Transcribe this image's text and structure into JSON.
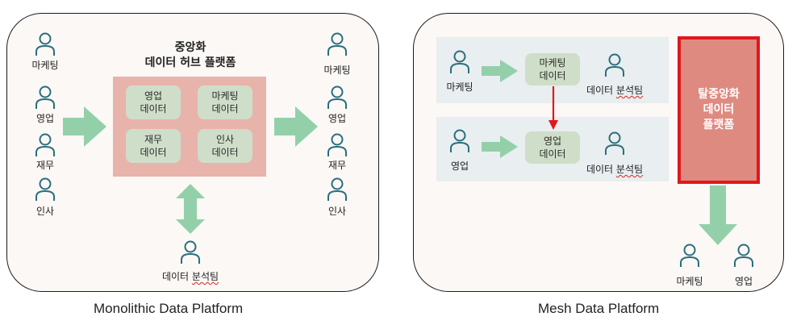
{
  "colors": {
    "panel_bg": "#fbf8f6",
    "hub_bg": "#e8b3ab",
    "data_box": "#cfdec9",
    "band_bg": "#e9eef0",
    "arrow_green": "#93d0aa",
    "decentral_fill": "#df8a80",
    "decentral_border": "#e0181b",
    "person_icon": "#2b6e7c",
    "red_arrow": "#e0181b"
  },
  "monolithic": {
    "caption": "Monolithic Data Platform",
    "hub_title_line1": "중앙화",
    "hub_title_line2": "데이터 허브 플랫폼",
    "left_users": [
      "마케팅",
      "영업",
      "재무",
      "인사"
    ],
    "right_users": [
      "마케팅",
      "영업",
      "재무",
      "인사"
    ],
    "data_boxes": [
      {
        "line1": "영업",
        "line2": "데이터"
      },
      {
        "line1": "마케팅",
        "line2": "데이터"
      },
      {
        "line1": "재무",
        "line2": "데이터"
      },
      {
        "line1": "인사",
        "line2": "데이터"
      }
    ],
    "analyst_team_a": "데이터",
    "analyst_team_b": "분석팀"
  },
  "mesh": {
    "caption": "Mesh Data Platform",
    "row1_user": "마케팅",
    "row1_box_line1": "마케팅",
    "row1_box_line2": "데이터",
    "row1_team_a": "데이터",
    "row1_team_b": "분석팀",
    "row2_user": "영업",
    "row2_box_line1": "영업",
    "row2_box_line2": "데이터",
    "row2_team_a": "데이터",
    "row2_team_b": "분석팀",
    "decentral_line1": "탈중앙화",
    "decentral_line2": "데이터",
    "decentral_line3": "플랫폼",
    "bottom_users": [
      "마케팅",
      "영업"
    ]
  }
}
